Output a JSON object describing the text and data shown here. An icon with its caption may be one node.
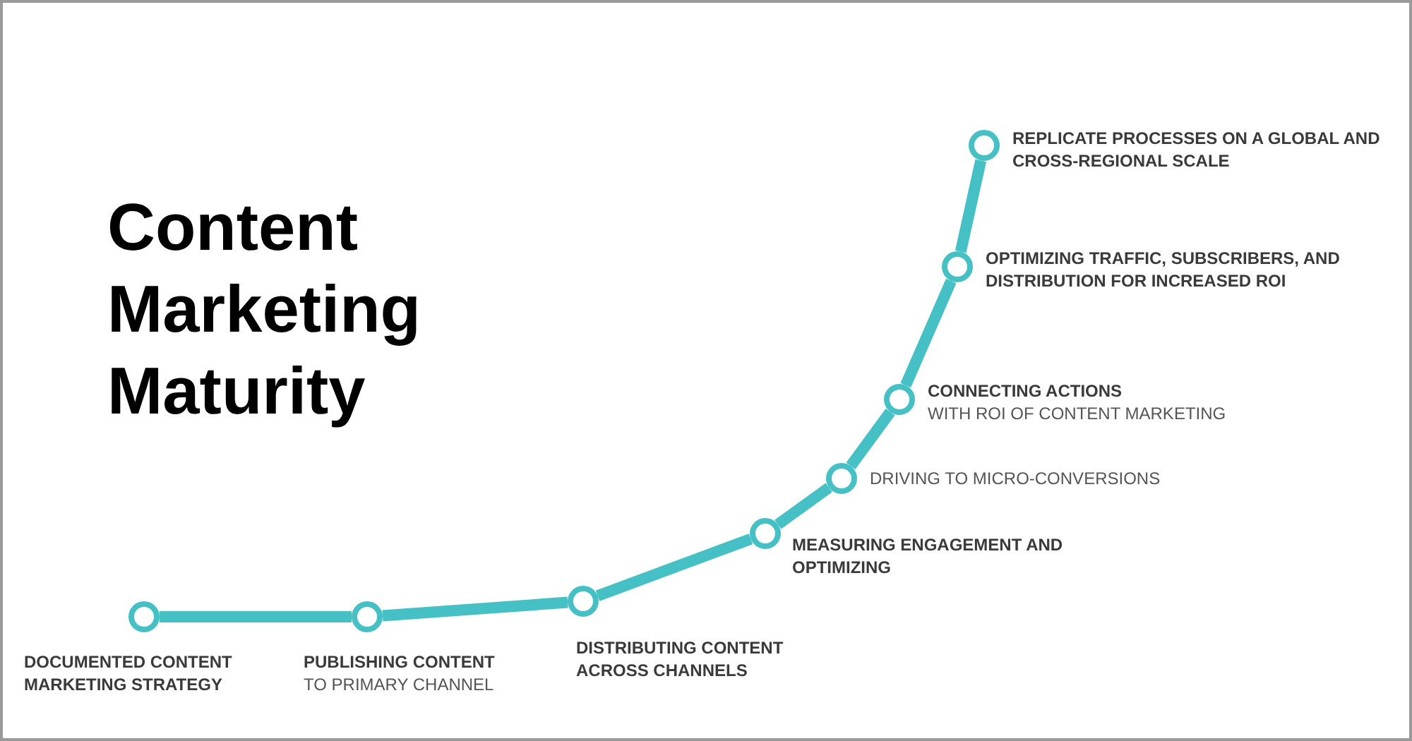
{
  "diagram": {
    "title": "Content Marketing Maturity",
    "nodes": [
      {
        "text": [],
        "shape": "circle",
        "beside": [
          "**DOCUMENTED CONTENT MARKETING STRATEGY**"
        ]
      },
      {
        "text": [],
        "shape": "circle",
        "beside": [
          "**PUBLISHING CONTENT**",
          "TO PRIMARY CHANNEL"
        ]
      },
      {
        "text": [],
        "shape": "circle",
        "beside": [
          "**DISTRIBUTING CONTENT ACROSS CHANNELS**"
        ]
      },
      {
        "text": [],
        "shape": "circle",
        "beside": [
          "**MEASURING ENGAGEMENT AND OPTIMIZING**"
        ]
      },
      {
        "text": [],
        "shape": "circle",
        "beside": [
          "DRIVING TO MICRO-CONVERSIONS"
        ]
      },
      {
        "text": [],
        "shape": "circle",
        "beside": [
          "**CONNECTING ACTIONS**",
          "WITH ROI OF CONTENT MARKETING"
        ]
      },
      {
        "text": [],
        "shape": "circle",
        "beside": [
          "**OPTIMIZING TRAFFIC, SUBSCRIBERS, AND DISTRIBUTION FOR INCREASED ROI**"
        ]
      },
      {
        "text": [],
        "shape": "circle",
        "beside": [
          "**REPLICATE PROCESSES ON A GLOBAL AND CROSS-REGIONAL SCALE**"
        ]
      }
    ],
    "edges": [
      {
        "from": 0,
        "to": 1,
        "arrow": "none"
      },
      {
        "from": 1,
        "to": 2,
        "arrow": "none"
      },
      {
        "from": 2,
        "to": 3,
        "arrow": "none"
      },
      {
        "from": 3,
        "to": 4,
        "arrow": "none"
      },
      {
        "from": 4,
        "to": 5,
        "arrow": "none"
      },
      {
        "from": 5,
        "to": 6,
        "arrow": "none"
      },
      {
        "from": 6,
        "to": 7,
        "arrow": "none"
      }
    ]
  }
}
